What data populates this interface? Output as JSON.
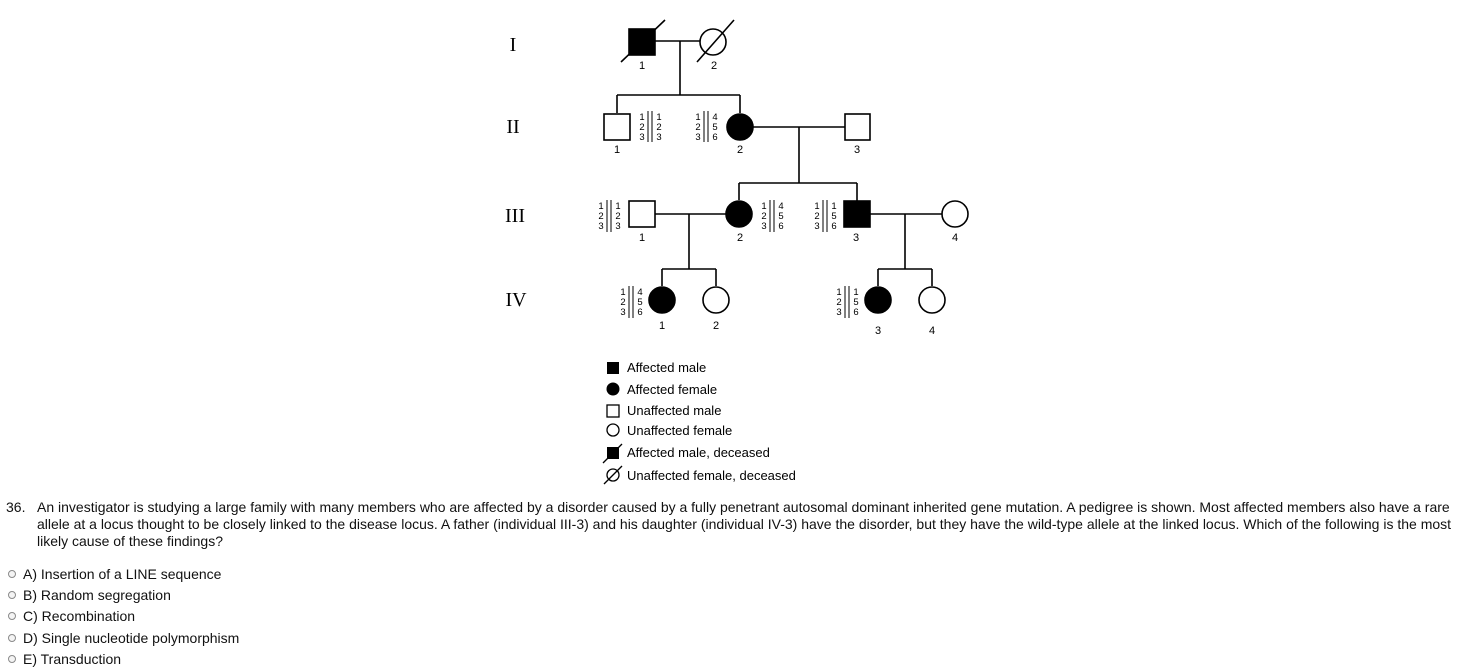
{
  "pedigree": {
    "generations": [
      "I",
      "II",
      "III",
      "IV"
    ],
    "individuals": [
      {
        "id": "I-1",
        "sex": "male",
        "affected": true,
        "deceased": true,
        "label": "1"
      },
      {
        "id": "I-2",
        "sex": "female",
        "affected": false,
        "deceased": true,
        "label": "2"
      },
      {
        "id": "II-1",
        "sex": "male",
        "affected": false,
        "label": "1",
        "haplotype": [
          "1",
          "2",
          "3"
        ],
        "haplotype2": [
          "1",
          "2",
          "3"
        ]
      },
      {
        "id": "II-2",
        "sex": "female",
        "affected": true,
        "label": "2",
        "haplotype": [
          "1",
          "2",
          "3"
        ],
        "haplotype2": [
          "4",
          "5",
          "6"
        ]
      },
      {
        "id": "II-3",
        "sex": "male",
        "affected": false,
        "label": "3"
      },
      {
        "id": "III-1",
        "sex": "male",
        "affected": false,
        "label": "1",
        "haplotype": [
          "1",
          "2",
          "3"
        ],
        "haplotype2": [
          "1",
          "2",
          "3"
        ]
      },
      {
        "id": "III-2",
        "sex": "female",
        "affected": true,
        "label": "2",
        "haplotype": [
          "1",
          "2",
          "3"
        ],
        "haplotype2": [
          "4",
          "5",
          "6"
        ]
      },
      {
        "id": "III-3",
        "sex": "male",
        "affected": true,
        "label": "3",
        "haplotype": [
          "1",
          "2",
          "3"
        ],
        "haplotype2": [
          "1",
          "5",
          "6"
        ]
      },
      {
        "id": "III-4",
        "sex": "female",
        "affected": false,
        "label": "4"
      },
      {
        "id": "IV-1",
        "sex": "female",
        "affected": true,
        "label": "1",
        "haplotype": [
          "1",
          "2",
          "3"
        ],
        "haplotype2": [
          "4",
          "5",
          "6"
        ]
      },
      {
        "id": "IV-2",
        "sex": "female",
        "affected": false,
        "label": "2"
      },
      {
        "id": "IV-3",
        "sex": "female",
        "affected": true,
        "label": "3",
        "haplotype": [
          "1",
          "2",
          "3"
        ],
        "haplotype2": [
          "1",
          "5",
          "6"
        ]
      },
      {
        "id": "IV-4",
        "sex": "female",
        "affected": false,
        "label": "4"
      }
    ],
    "legend": [
      {
        "icon": "affected-male-icon",
        "label": "Affected male"
      },
      {
        "icon": "affected-female-icon",
        "label": "Affected female"
      },
      {
        "icon": "unaffected-male-icon",
        "label": "Unaffected male"
      },
      {
        "icon": "unaffected-female-icon",
        "label": "Unaffected female"
      },
      {
        "icon": "affected-male-deceased-icon",
        "label": "Affected male, deceased"
      },
      {
        "icon": "unaffected-female-deceased-icon",
        "label": "Unaffected female, deceased"
      }
    ]
  },
  "question": {
    "number": "36.",
    "text": "An investigator is studying a large family with many members who are affected by a disorder caused by a fully penetrant autosomal dominant inherited gene mutation. A pedigree is shown. Most affected members also have a rare allele at a locus thought to be closely linked to the disease locus. A father (individual III-3) and his daughter (individual IV-3) have the disorder, but they have the wild-type allele at the linked locus. Which of the following is the most likely cause of these findings?",
    "options": [
      {
        "label": "A) Insertion of a LINE sequence"
      },
      {
        "label": "B) Random segregation"
      },
      {
        "label": "C) Recombination"
      },
      {
        "label": "D) Single nucleotide polymorphism"
      },
      {
        "label": "E) Transduction"
      }
    ]
  }
}
